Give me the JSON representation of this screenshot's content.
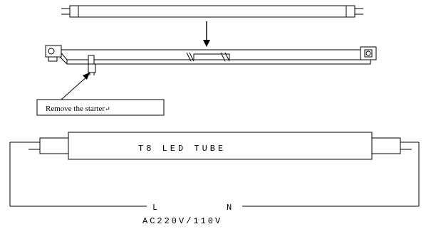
{
  "callout": {
    "text": "Remove the starter",
    "mark": "↵"
  },
  "tube": {
    "label": "T8 LED TUBE"
  },
  "terminals": {
    "live": "L",
    "neutral": "N"
  },
  "supply": {
    "voltage": "AC220V/110V"
  },
  "icons": {
    "down_arrow": "down-arrow-icon",
    "pointer_arrow": "pointer-arrow-icon"
  },
  "colors": {
    "line": "#000000",
    "background": "#ffffff"
  }
}
